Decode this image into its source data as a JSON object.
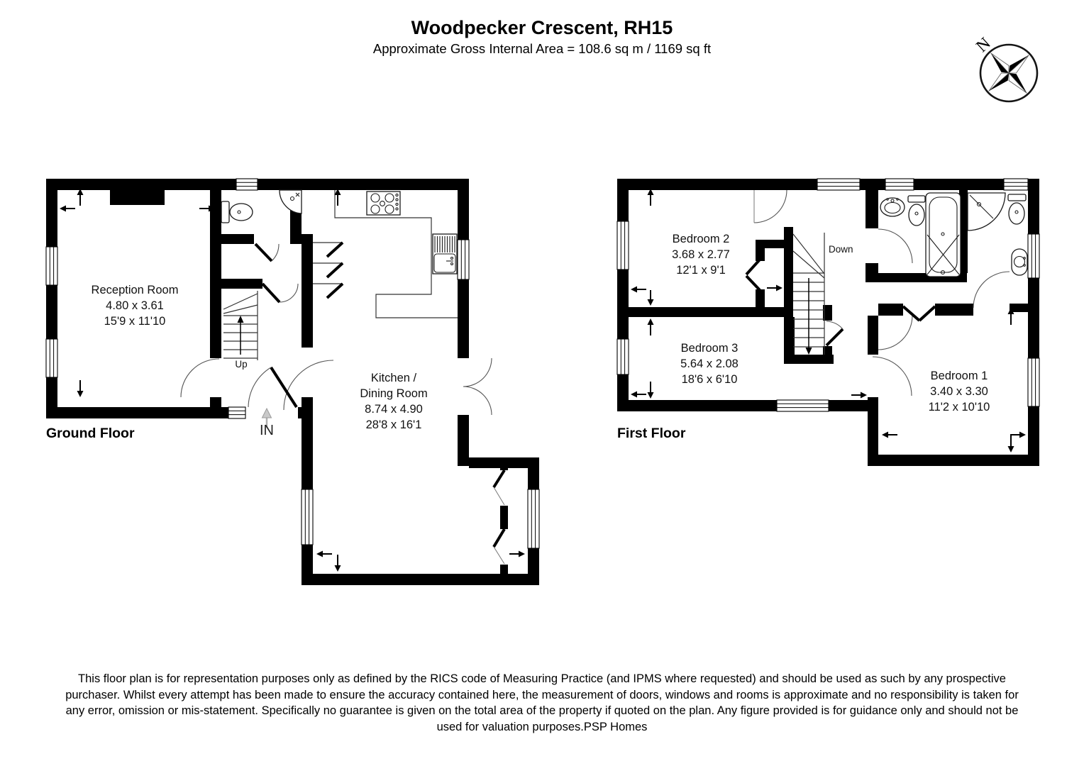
{
  "header": {
    "title": "Woodpecker Crescent, RH15",
    "subtitle": "Approximate Gross Internal Area = 108.6 sq m / 1169 sq ft"
  },
  "compass": {
    "north_label": "N"
  },
  "ground_floor": {
    "label": "Ground Floor",
    "entrance_label": "IN",
    "stairs_label": "Up",
    "rooms": [
      {
        "name": "Reception Room",
        "metric": "4.80 x 3.61",
        "imperial": "15'9 x 11'10"
      },
      {
        "name": "Kitchen /",
        "name2": "Dining Room",
        "metric": "8.74 x 4.90",
        "imperial": "28'8 x 16'1"
      }
    ]
  },
  "first_floor": {
    "label": "First Floor",
    "stairs_label": "Down",
    "rooms": [
      {
        "name": "Bedroom 2",
        "metric": "3.68 x 2.77",
        "imperial": "12'1 x 9'1"
      },
      {
        "name": "Bedroom 3",
        "metric": "5.64 x 2.08",
        "imperial": "18'6 x 6'10"
      },
      {
        "name": "Bedroom 1",
        "metric": "3.40 x 3.30",
        "imperial": "11'2 x 10'10"
      }
    ]
  },
  "disclaimer": "This floor plan is for representation purposes only as defined by the RICS code of Measuring Practice (and IPMS where requested) and should be used as such by any prospective purchaser. Whilst every attempt has been made to ensure the accuracy contained here, the measurement of doors, windows and rooms is approximate and no responsibility is taken for any error, omission or mis-statement. Specifically no guarantee is given on the total area of the property if quoted on the plan. Any figure provided is for guidance only and should not be used for valuation purposes.PSP Homes",
  "colors": {
    "wall": "#000000",
    "background": "#ffffff",
    "muted_arrow": "#a8a8a8"
  }
}
